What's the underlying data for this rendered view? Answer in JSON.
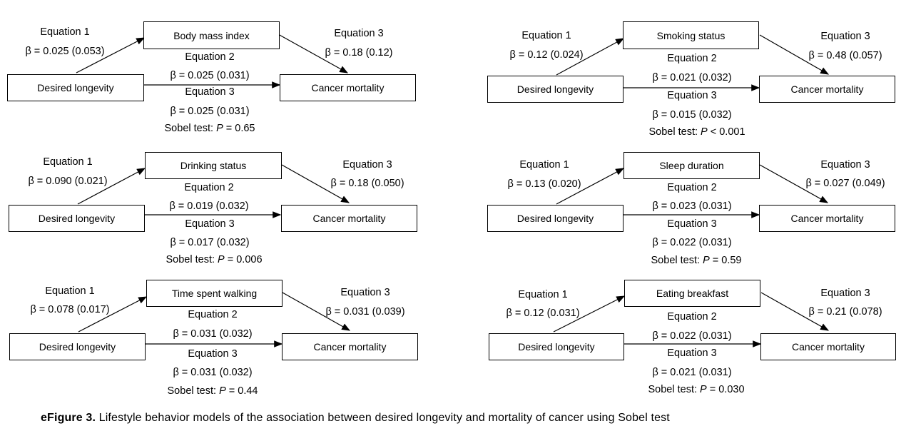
{
  "panels": [
    {
      "mediator": "Body mass index",
      "exposure": "Desired longevity",
      "outcome": "Cancer mortality",
      "eq1_label": "Equation 1",
      "eq1_beta": "β = 0.025 (0.053)",
      "eq2_label": "Equation 2",
      "eq2_beta": "β = 0.025 (0.031)",
      "eq3_label": "Equation 3",
      "eq3_beta": "β = 0.025 (0.031)",
      "eq3b_label": "Equation 3",
      "eq3b_beta": "β = 0.18 (0.12)",
      "sobel_prefix": "Sobel test: ",
      "sobel_p": "P",
      "sobel_value": " = 0.65"
    },
    {
      "mediator": "Smoking status",
      "exposure": "Desired longevity",
      "outcome": "Cancer mortality",
      "eq1_label": "Equation 1",
      "eq1_beta": "β = 0.12 (0.024)",
      "eq2_label": "Equation 2",
      "eq2_beta": "β = 0.021 (0.032)",
      "eq3_label": "Equation 3",
      "eq3_beta": "β = 0.015 (0.032)",
      "eq3b_label": "Equation 3",
      "eq3b_beta": "β = 0.48 (0.057)",
      "sobel_prefix": "Sobel test: ",
      "sobel_p": "P",
      "sobel_value": " < 0.001"
    },
    {
      "mediator": "Drinking status",
      "exposure": "Desired longevity",
      "outcome": "Cancer mortality",
      "eq1_label": "Equation 1",
      "eq1_beta": "β = 0.090 (0.021)",
      "eq2_label": "Equation 2",
      "eq2_beta": "β = 0.019 (0.032)",
      "eq3_label": "Equation 3",
      "eq3_beta": "β = 0.017 (0.032)",
      "eq3b_label": "Equation 3",
      "eq3b_beta": "β = 0.18 (0.050)",
      "sobel_prefix": "Sobel test: ",
      "sobel_p": "P",
      "sobel_value": " = 0.006"
    },
    {
      "mediator": "Sleep duration",
      "exposure": "Desired longevity",
      "outcome": "Cancer mortality",
      "eq1_label": "Equation 1",
      "eq1_beta": "β = 0.13 (0.020)",
      "eq2_label": "Equation 2",
      "eq2_beta": "β = 0.023 (0.031)",
      "eq3_label": "Equation 3",
      "eq3_beta": "β = 0.022 (0.031)",
      "eq3b_label": "Equation 3",
      "eq3b_beta": "β = 0.027 (0.049)",
      "sobel_prefix": "Sobel test: ",
      "sobel_p": "P",
      "sobel_value": " = 0.59"
    },
    {
      "mediator": "Time spent walking",
      "exposure": "Desired longevity",
      "outcome": "Cancer mortality",
      "eq1_label": "Equation 1",
      "eq1_beta": "β = 0.078 (0.017)",
      "eq2_label": "Equation 2",
      "eq2_beta": "β = 0.031 (0.032)",
      "eq3_label": "Equation 3",
      "eq3_beta": "β = 0.031 (0.032)",
      "eq3b_label": "Equation 3",
      "eq3b_beta": "β = 0.031 (0.039)",
      "sobel_prefix": "Sobel test: ",
      "sobel_p": "P",
      "sobel_value": " = 0.44"
    },
    {
      "mediator": "Eating breakfast",
      "exposure": "Desired longevity",
      "outcome": "Cancer mortality",
      "eq1_label": "Equation 1",
      "eq1_beta": "β = 0.12 (0.031)",
      "eq2_label": "Equation 2",
      "eq2_beta": "β = 0.022 (0.031)",
      "eq3_label": "Equation 3",
      "eq3_beta": "β = 0.021 (0.031)",
      "eq3b_label": "Equation 3",
      "eq3b_beta": "β = 0.21 (0.078)",
      "sobel_prefix": "Sobel test: ",
      "sobel_p": "P",
      "sobel_value": " = 0.030"
    }
  ],
  "caption": {
    "label": "eFigure 3.",
    "text": " Lifestyle behavior models of the association between desired longevity and mortality of cancer using Sobel test"
  }
}
